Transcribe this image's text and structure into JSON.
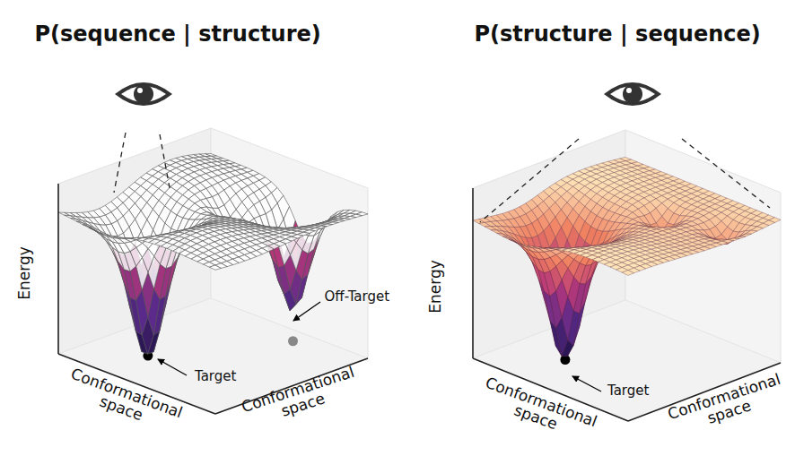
{
  "diagram": {
    "labels": [
      "P(sequence | structure)",
      "P(structure | sequence)",
      "Energy",
      "Conformational space",
      "Conformational space",
      "Target",
      "Off-Target",
      "Energy",
      "Conformational space",
      "Conformational space",
      "Target"
    ]
  }
}
